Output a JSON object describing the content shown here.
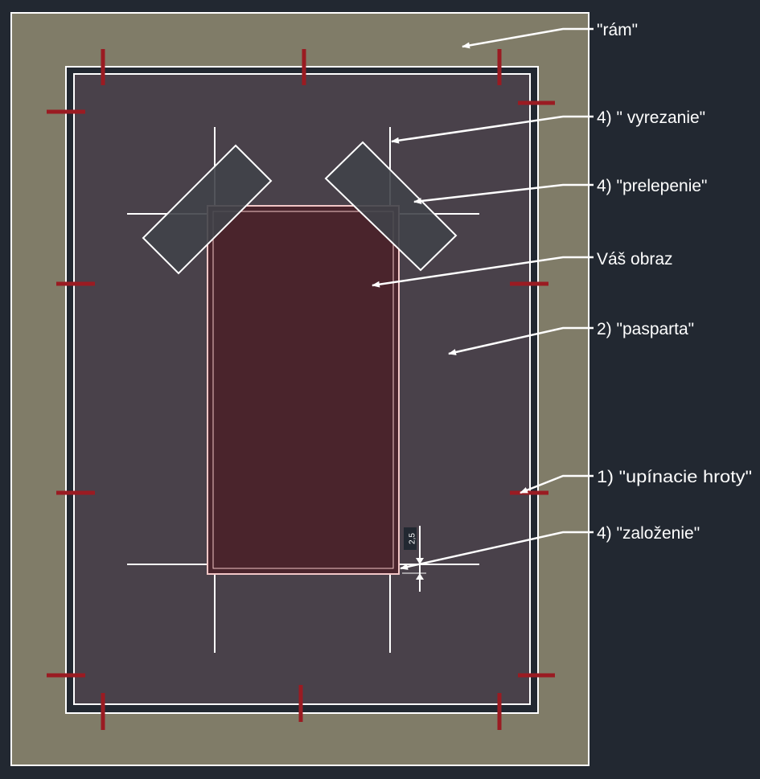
{
  "colors": {
    "background": "#222831",
    "frame": "#807c68",
    "passepartout": "#49414a",
    "picture": "#4a242c",
    "tape": "#404349",
    "pin": "#9a1b22",
    "line": "#ffffff",
    "picture_outline": "#f2c6c6"
  },
  "labels": {
    "frame": "\"rám\"",
    "cutout": "4) \" vyrezanie\"",
    "taping": "4) \"prelepenie\"",
    "picture": "Váš obraz",
    "passepartout": "2) \"pasparta\"",
    "pins": "1) \"upínacie hroty\"",
    "insertion": "4) \"založenie\""
  },
  "dimension": {
    "value": "2,5"
  }
}
